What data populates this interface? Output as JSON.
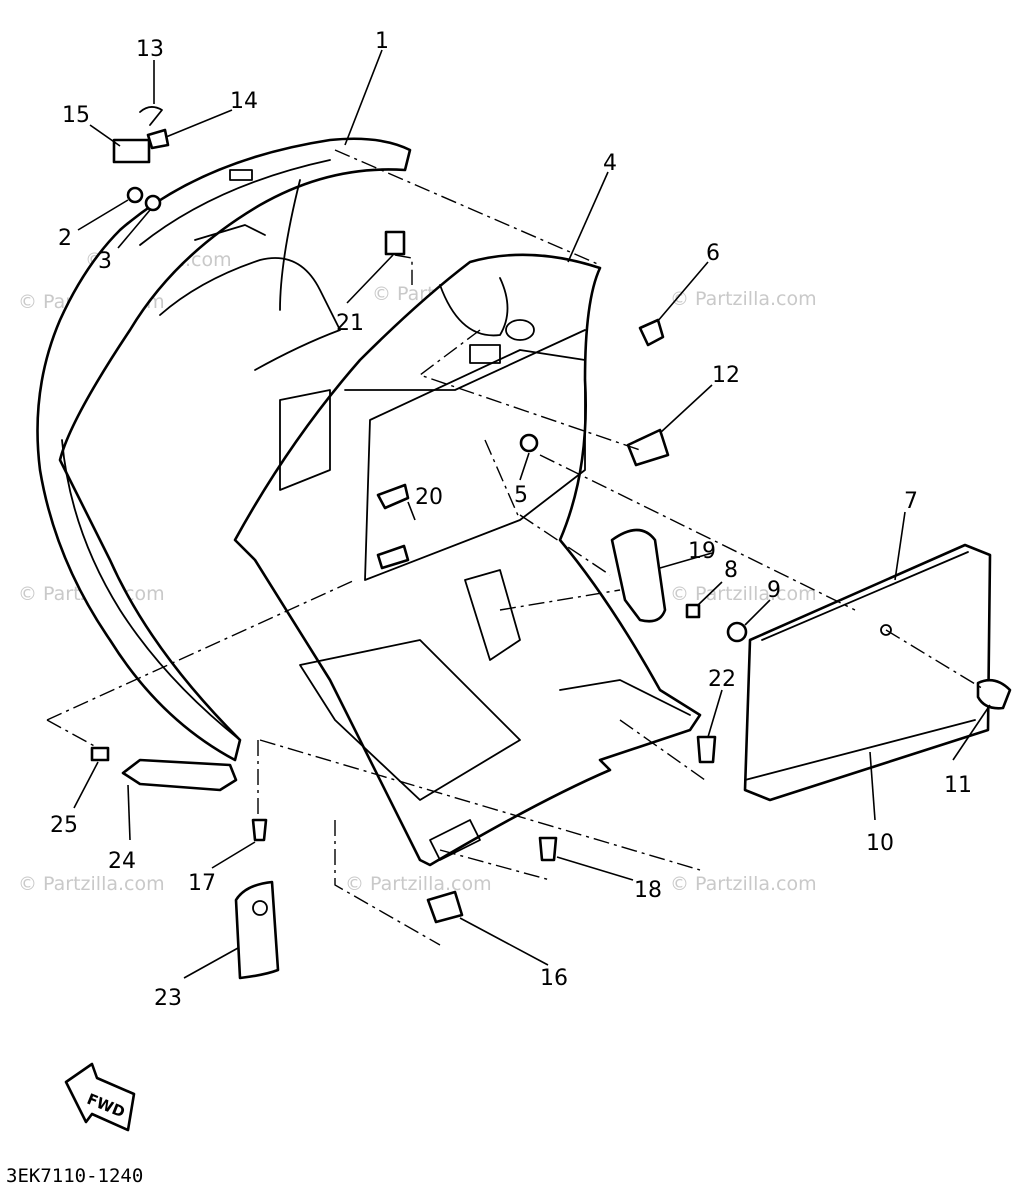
{
  "watermark": "© Partzilla.com",
  "callouts": {
    "c1": "1",
    "c2": "2",
    "c3": "3",
    "c4": "4",
    "c5": "5",
    "c6": "6",
    "c7": "7",
    "c8": "8",
    "c9": "9",
    "c10": "10",
    "c11": "11",
    "c12": "12",
    "c13": "13",
    "c14": "14",
    "c15": "15",
    "c16": "16",
    "c17": "17",
    "c18": "18",
    "c19": "19",
    "c20": "20",
    "c21": "21",
    "c22": "22",
    "c23": "23",
    "c24": "24",
    "c25": "25"
  },
  "fwd_label": "FWD",
  "diagram_code": "3EK7110-1240"
}
